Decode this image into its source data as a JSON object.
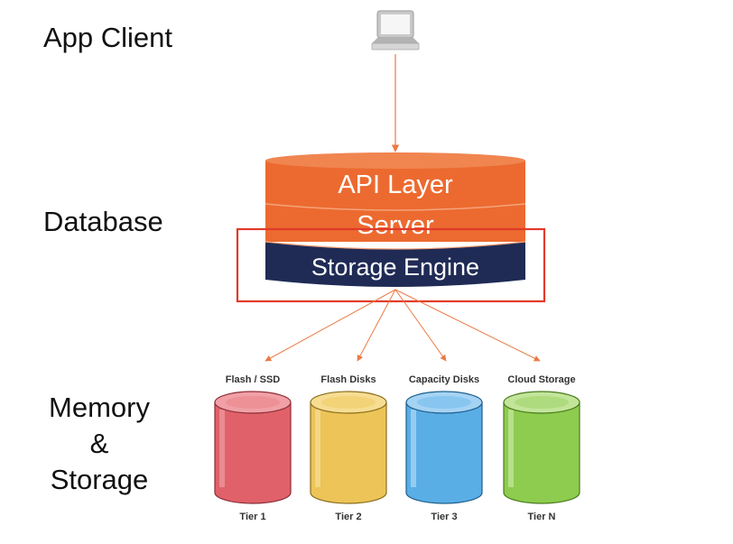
{
  "labels": {
    "app_client": "App Client",
    "database": "Database",
    "memory": "Memory",
    "ampersand": "&",
    "storage": "Storage"
  },
  "db_stack": {
    "api_layer": "API Layer",
    "server": "Server",
    "storage_engine": "Storage Engine"
  },
  "tiers": [
    {
      "heading": "Flash / SSD",
      "tier": "Tier 1",
      "color": "#e0616a"
    },
    {
      "heading": "Flash Disks",
      "tier": "Tier 2",
      "color": "#ecc457"
    },
    {
      "heading": "Capacity Disks",
      "tier": "Tier 3",
      "color": "#5aaee6"
    },
    {
      "heading": "Cloud Storage",
      "tier": "Tier N",
      "color": "#8dcc4e"
    }
  ],
  "colors": {
    "orange": "#ec6a30",
    "navy": "#1f2b55",
    "arrow": "#ec7a45",
    "highlight": "#e23a2a"
  }
}
